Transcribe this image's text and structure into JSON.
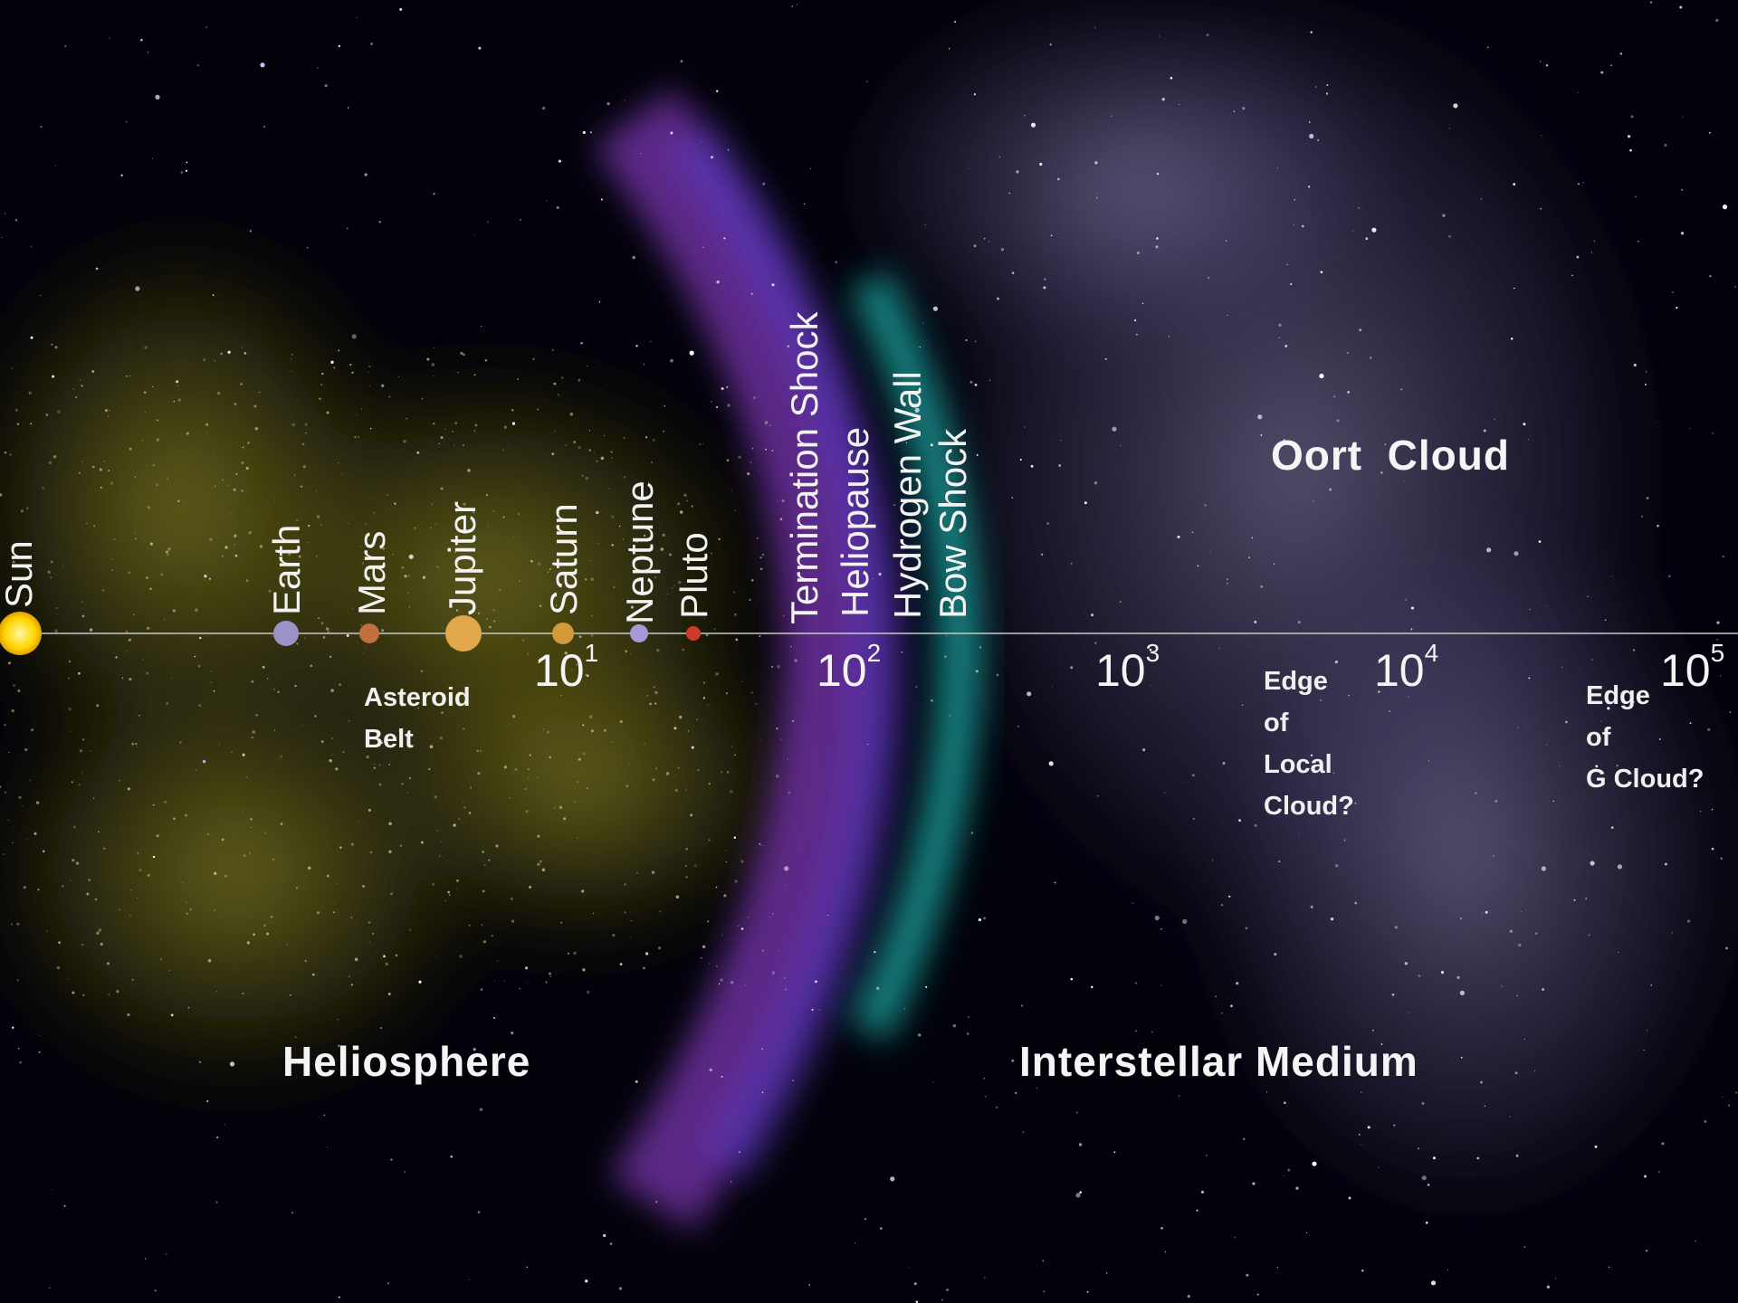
{
  "bodies": [
    {
      "id": "sun",
      "label": "Sun",
      "color": "#ffd400"
    },
    {
      "id": "earth",
      "label": "Earth",
      "color": "#9a92c8"
    },
    {
      "id": "mars",
      "label": "Mars",
      "color": "#c0703c"
    },
    {
      "id": "jupiter",
      "label": "Jupiter",
      "color": "#e0a84a"
    },
    {
      "id": "saturn",
      "label": "Saturn",
      "color": "#d49a3a"
    },
    {
      "id": "neptune",
      "label": "Neptune",
      "color": "#a49ad8"
    },
    {
      "id": "pluto",
      "label": "Pluto",
      "color": "#d03a2a"
    }
  ],
  "boundaries": {
    "termination_shock": "Termination Shock",
    "heliopause": "Heliopause",
    "hydrogen_wall": "Hydrogen Wall",
    "bow_shock": "Bow Shock"
  },
  "ticks": [
    {
      "base": "10",
      "exp": "1"
    },
    {
      "base": "10",
      "exp": "2"
    },
    {
      "base": "10",
      "exp": "3"
    },
    {
      "base": "10",
      "exp": "4"
    },
    {
      "base": "10",
      "exp": "5"
    }
  ],
  "notes": {
    "asteroid_belt": [
      "Asteroid",
      "Belt"
    ],
    "local_cloud": [
      "Edge",
      "of",
      "Local",
      "Cloud?"
    ],
    "g_cloud": [
      "Edge",
      "of",
      "G Cloud?"
    ]
  },
  "regions": {
    "oort_cloud": "Oort  Cloud",
    "heliosphere": "Heliosphere",
    "interstellar_medium": "Interstellar Medium"
  },
  "colors": {
    "background": "#000000",
    "heliosphere_glow": "#6d6a14",
    "heliopause_band": "#8a3fb8",
    "hydrogen_wall_band": "#1fb6b0",
    "oort_cloud": "#8f86b6",
    "axis_line": "#bfbfbf"
  }
}
